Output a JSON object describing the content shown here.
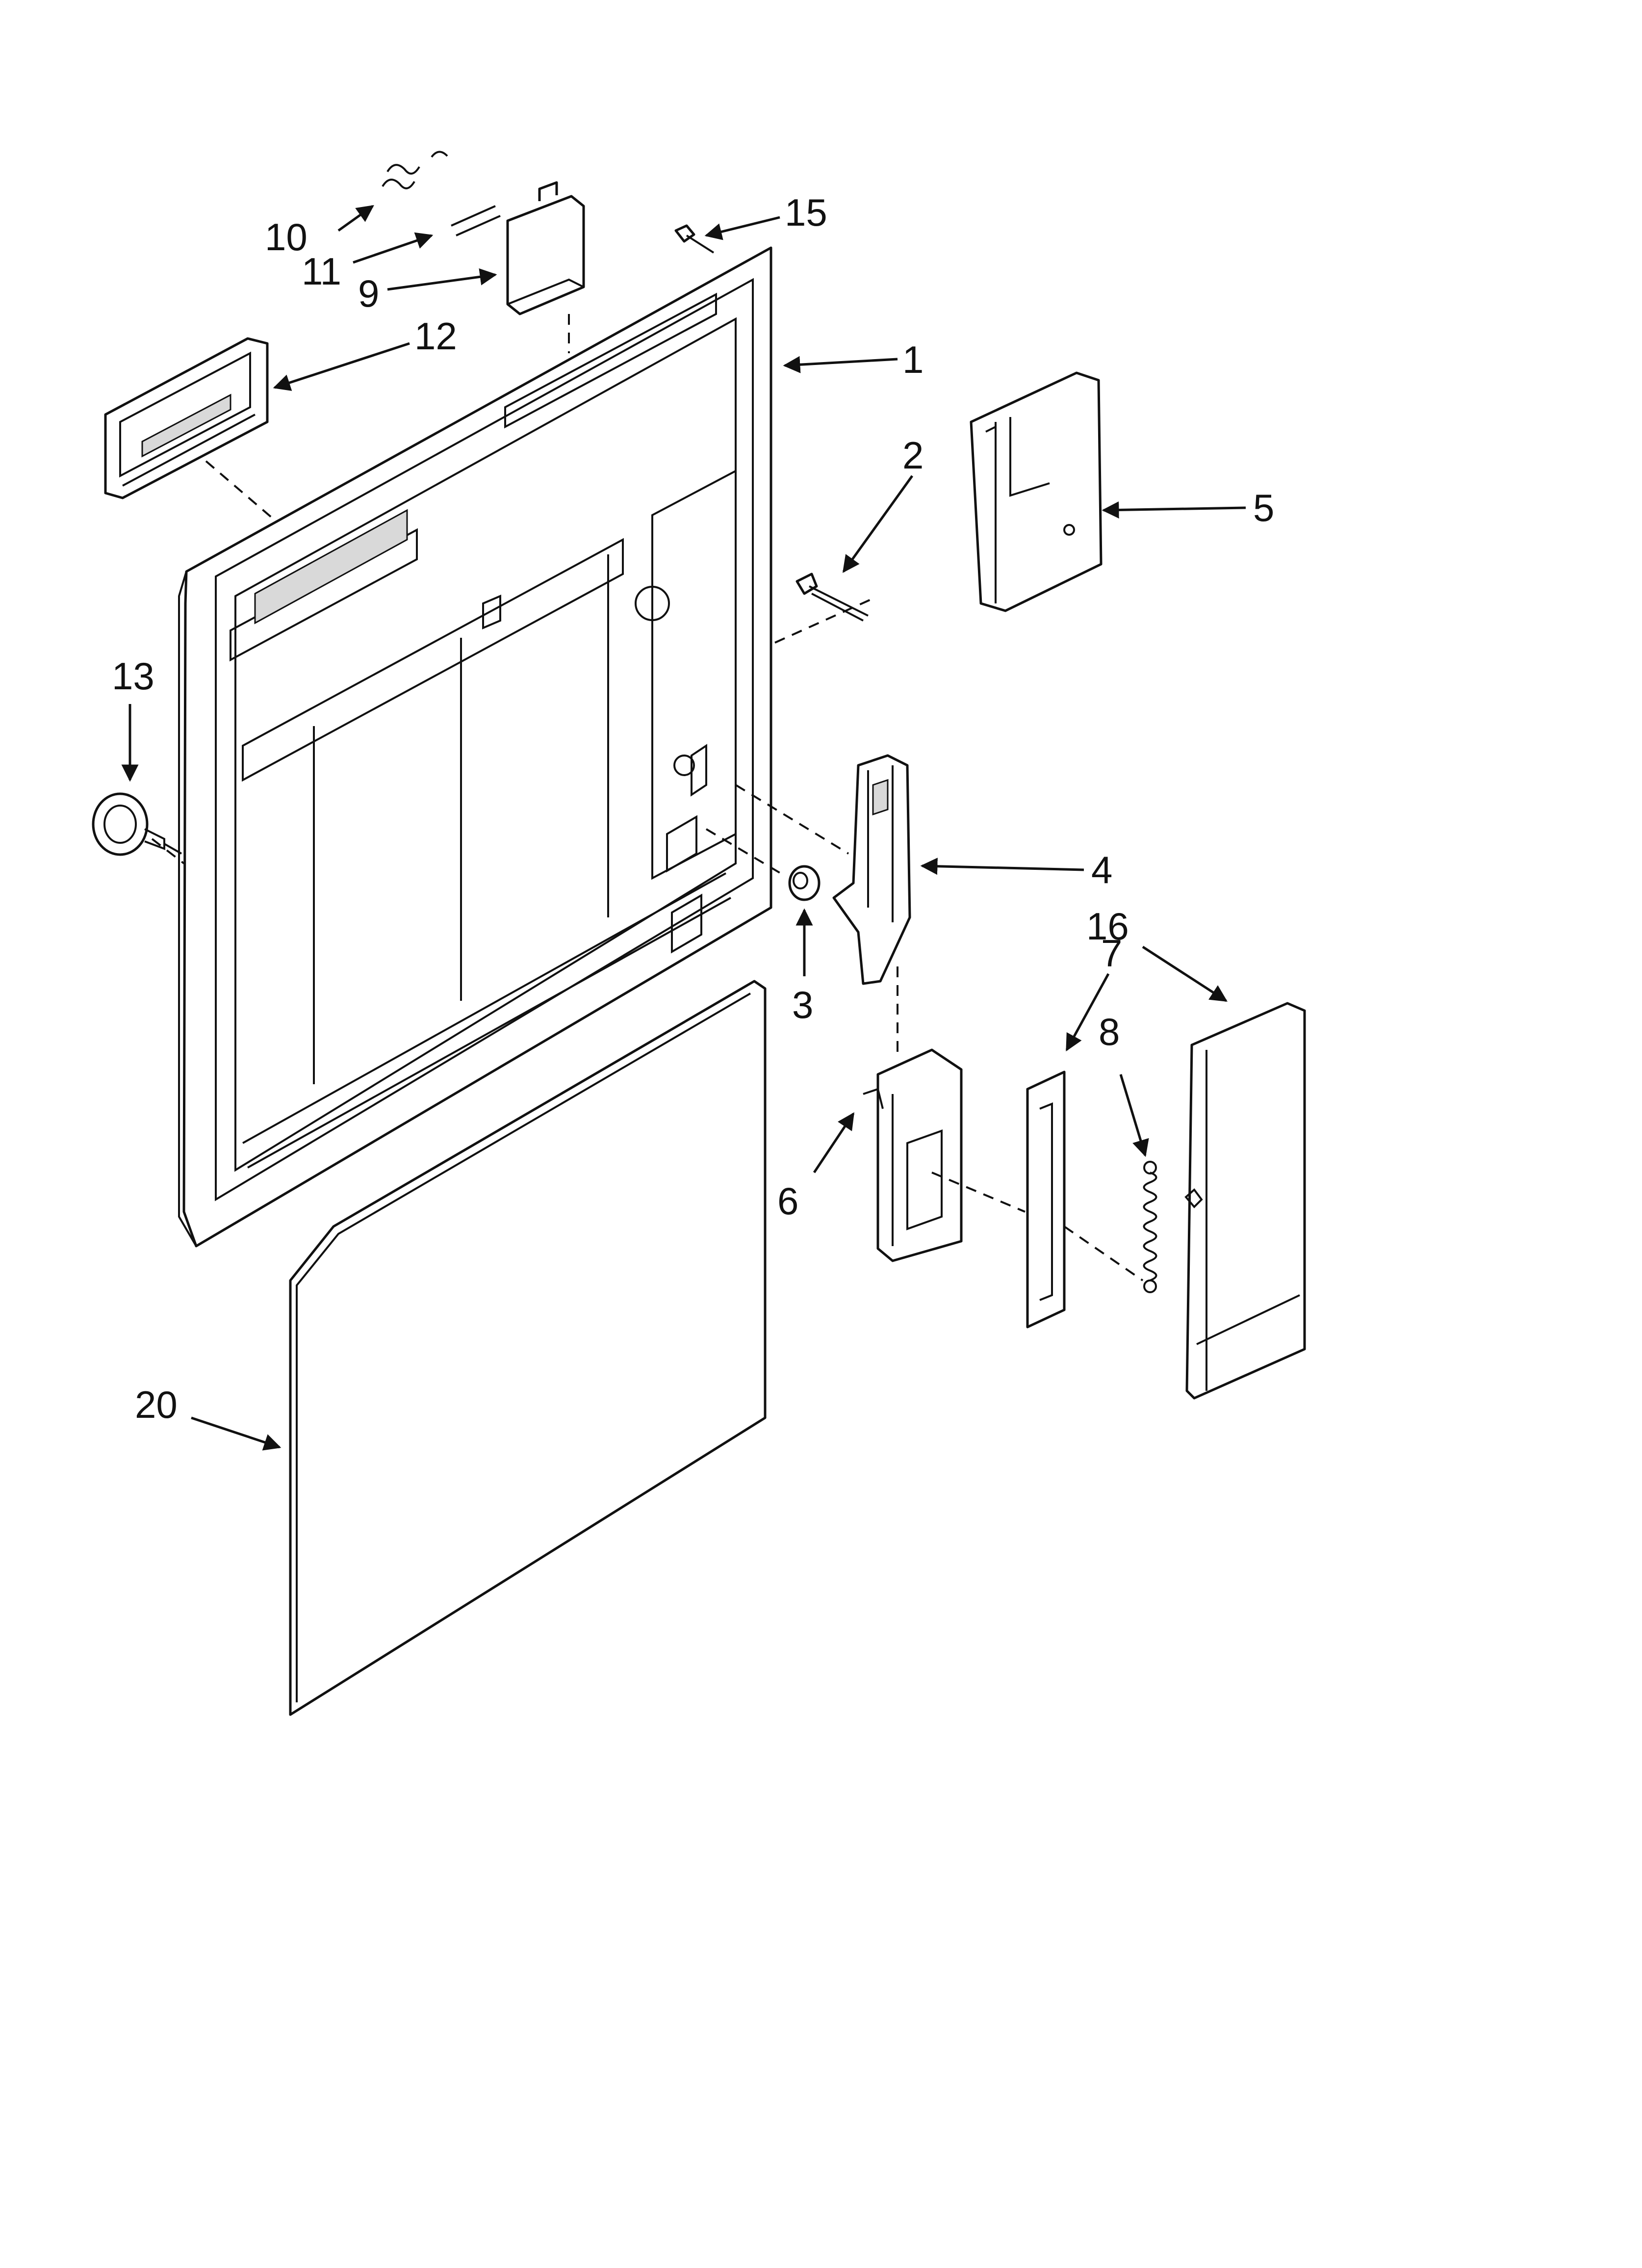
{
  "diagram": {
    "type": "exploded-parts-view",
    "colors": {
      "line": "#111111",
      "background": "#ffffff",
      "shading": "#d9d9d9"
    },
    "callouts": [
      {
        "id": "1",
        "label": "1"
      },
      {
        "id": "2",
        "label": "2"
      },
      {
        "id": "3",
        "label": "3"
      },
      {
        "id": "4",
        "label": "4"
      },
      {
        "id": "5",
        "label": "5"
      },
      {
        "id": "6",
        "label": "6"
      },
      {
        "id": "7",
        "label": "7"
      },
      {
        "id": "8",
        "label": "8"
      },
      {
        "id": "9",
        "label": "9"
      },
      {
        "id": "10",
        "label": "10"
      },
      {
        "id": "11",
        "label": "11"
      },
      {
        "id": "12",
        "label": "12"
      },
      {
        "id": "13",
        "label": "13"
      },
      {
        "id": "15",
        "label": "15"
      },
      {
        "id": "16",
        "label": "16"
      },
      {
        "id": "20",
        "label": "20"
      }
    ]
  }
}
